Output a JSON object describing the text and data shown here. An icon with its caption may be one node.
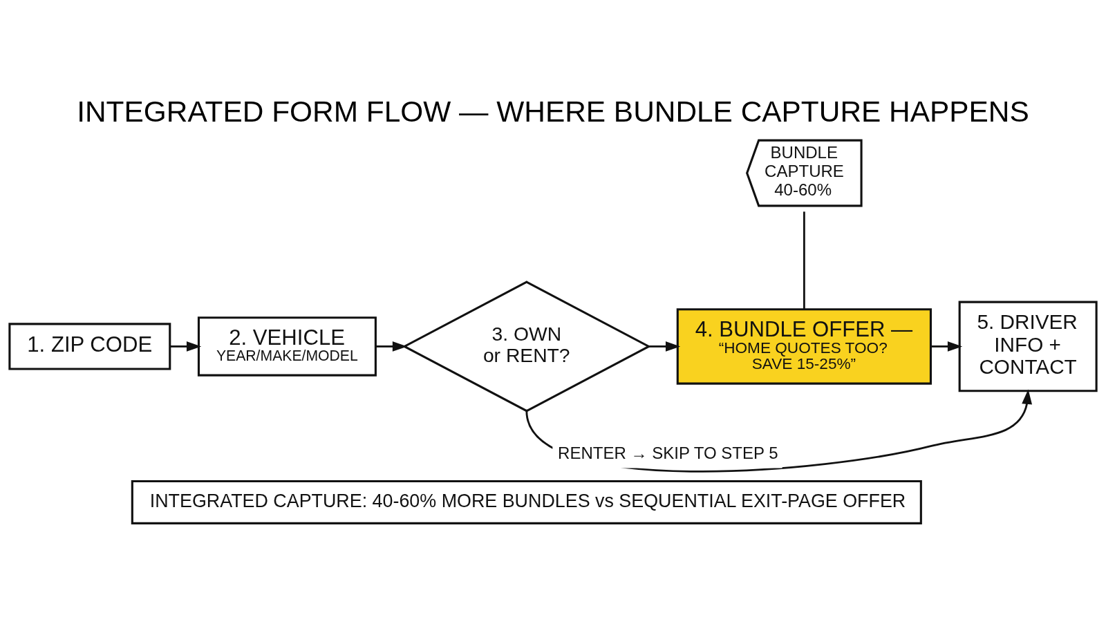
{
  "diagram": {
    "title": "INTEGRATED FORM FLOW — WHERE BUNDLE CAPTURE HAPPENS",
    "nodes": [
      {
        "text": [
          "1. ZIP CODE"
        ]
      },
      {
        "text": [
          "2. VEHICLE",
          "YEAR/MAKE/MODEL"
        ]
      },
      {
        "text": [
          "3. OWN or RENT?"
        ]
      },
      {
        "text": [
          "4. BUNDLE OFFER —",
          "“HOME QUOTES TOO? SAVE 15-25%”"
        ]
      },
      {
        "text": [
          "BUNDLE CAPTURE 40-60%"
        ]
      },
      {
        "text": [
          "5. DRIVER INFO + CONTACT"
        ]
      },
      {
        "text": [
          "INTEGRATED CAPTURE: 40-60% MORE BUNDLES vs SEQUENTIAL EXIT-PAGE OFFER"
        ]
      }
    ],
    "edges": [
      {
        "from": 0,
        "to": 1,
        "arrow": "to"
      },
      {
        "from": 1,
        "to": 2,
        "arrow": "to"
      },
      {
        "from": 2,
        "to": 3,
        "arrow": "to"
      },
      {
        "from": 3,
        "to": 5,
        "arrow": "to"
      },
      {
        "from": 2,
        "to": 5,
        "arrow": "to",
        "label": "RENTER → SKIP TO STEP 5"
      },
      {
        "from": 4,
        "to": 3,
        "arrow": "none"
      }
    ]
  }
}
